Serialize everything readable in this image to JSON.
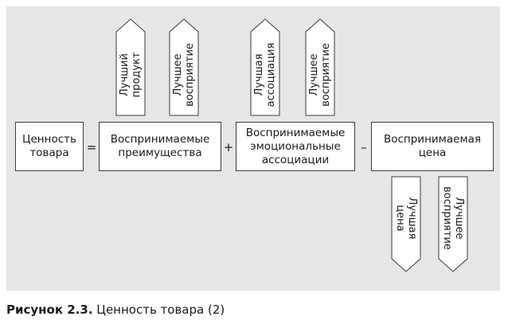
{
  "diagram": {
    "value": "Ценность\nтовара",
    "equals": "=",
    "benefits": "Воспринимаемые\nпреимущества",
    "plus": "+",
    "emotional": "Воспринимаемые\nэмоциональные\nассоциации",
    "minus": "–",
    "price": "Воспринимаемая\nцена",
    "arrows": {
      "best_product": "Лучший\nпродукт",
      "best_perception_1": "Лучшее\nвосприятие",
      "best_association": "Лучшая\nассоциация",
      "best_perception_2": "Лучшее\nвосприятие",
      "best_price": "Лучшая\nцена",
      "best_perception_3": "Лучшее\nвосприятие"
    }
  },
  "caption": {
    "label": "Рисунок 2.3.",
    "text": "Ценность товара (2)"
  },
  "colors": {
    "panel": "#e6e6e6",
    "box_fill": "#ffffff",
    "stroke": "#3a3a3a"
  }
}
